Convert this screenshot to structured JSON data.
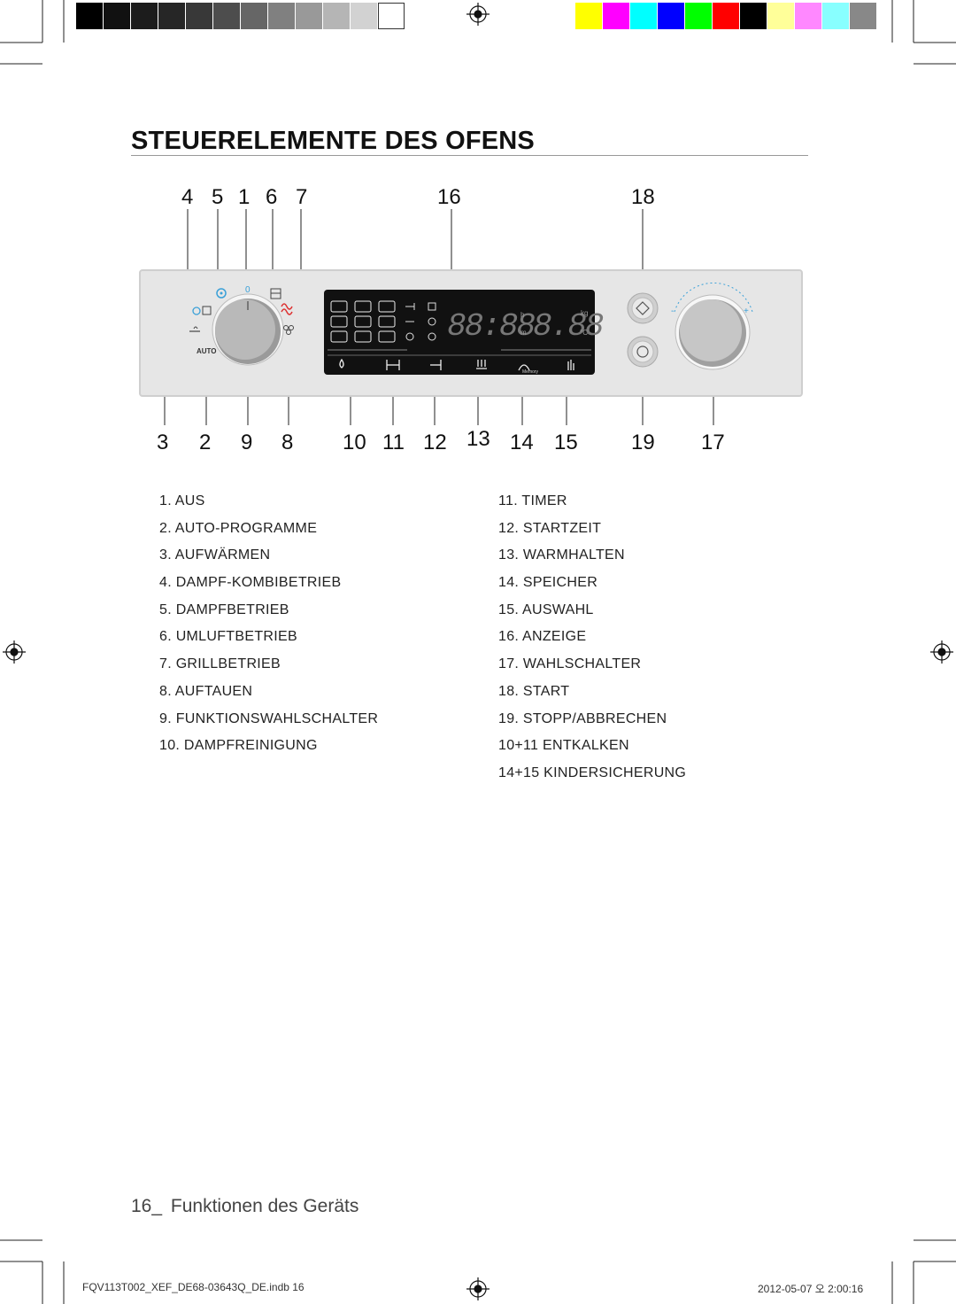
{
  "colors": {
    "gray_bar": [
      "#000000",
      "#111111",
      "#1c1c1c",
      "#262626",
      "#383838",
      "#4d4d4d",
      "#666666",
      "#808080",
      "#999999",
      "#b5b5b5",
      "#d2d2d2",
      "#ffffff"
    ],
    "color_bar": [
      "#ffff00",
      "#ff00ff",
      "#00ffff",
      "#0000ff",
      "#00ff00",
      "#ff0000",
      "#000000",
      "#ffff99",
      "#ff88ff",
      "#88ffff",
      "#888888"
    ],
    "panel_bg": "#e6e6e6",
    "display_bg": "#111111"
  },
  "page": {
    "title": "STEUERELEMENTE DES OFENS"
  },
  "callouts_top": [
    "4",
    "5",
    "1",
    "6",
    "7",
    "16",
    "18"
  ],
  "callouts_bottom": [
    "3",
    "2",
    "9",
    "8",
    "10",
    "11",
    "12",
    "13",
    "14",
    "15",
    "19",
    "17"
  ],
  "panel": {
    "dial_zero": "0",
    "auto_label": "AUTO",
    "clock_digits": "88:88",
    "hour_unit": "h",
    "minute_unit": "m",
    "weight_digits": "8.88",
    "kg_unit": "kg",
    "celsius_unit": "°C",
    "memory_label": "Memory",
    "icons": [
      "combi-steam-icon",
      "steam-icon",
      "off-zero-icon",
      "convection-fan-icon",
      "grill-icon",
      "warm-up-icon",
      "auto-programs-icon",
      "defrost-icon",
      "start-diamond-icon",
      "stop-circle-icon"
    ]
  },
  "legend": {
    "left": [
      "1. AUS",
      "2. AUTO-PROGRAMME",
      "3. AUFWÄRMEN",
      "4. DAMPF-KOMBIBETRIEB",
      "5. DAMPFBETRIEB",
      "6. UMLUFTBETRIEB",
      "7. GRILLBETRIEB",
      "8. AUFTAUEN",
      "9. FUNKTIONSWAHLSCHALTER",
      "10. DAMPFREINIGUNG"
    ],
    "right": [
      "11. TIMER",
      "12. STARTZEIT",
      "13. WARMHALTEN",
      "14. SPEICHER",
      "15. AUSWAHL",
      "16. ANZEIGE",
      "17. WAHLSCHALTER",
      "18. START",
      "19. STOPP/ABBRECHEN",
      "10+11 ENTKALKEN",
      "14+15 KINDERSICHERUNG"
    ]
  },
  "footer": {
    "page_number": "16_",
    "section": "Funktionen des Geräts",
    "file": "FQV113T002_XEF_DE68-03643Q_DE.indb   16",
    "timestamp": "2012-05-07   오 2:00:16"
  }
}
